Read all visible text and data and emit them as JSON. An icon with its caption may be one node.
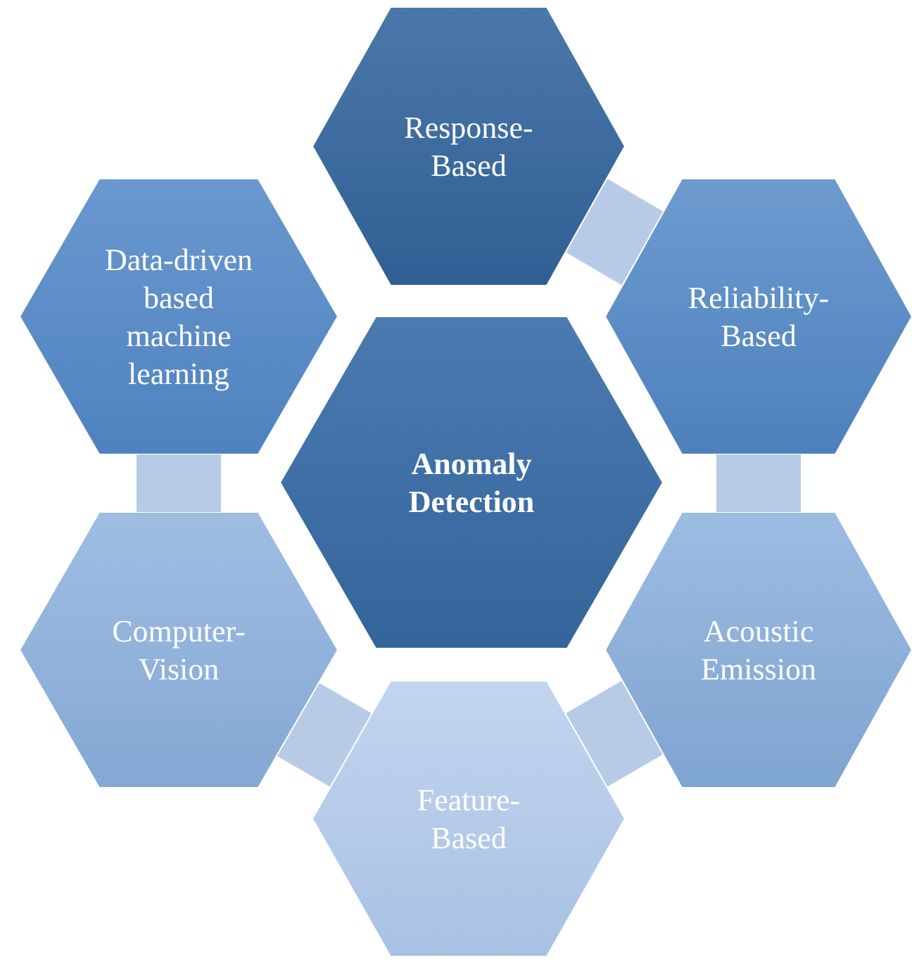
{
  "diagram": {
    "nodes": [
      {
        "text": [
          "Anomaly Detection"
        ]
      },
      {
        "text": [
          "Response-Based"
        ]
      },
      {
        "text": [
          "Reliability-Based"
        ]
      },
      {
        "text": [
          "Acoustic Emission"
        ]
      },
      {
        "text": [
          "Feature-Based"
        ]
      },
      {
        "text": [
          "Computer-Vision"
        ]
      },
      {
        "text": [
          "Data-driven based machine learning"
        ]
      }
    ],
    "edges": [
      {
        "from": 1,
        "to": 2,
        "arrow": "none"
      },
      {
        "from": 2,
        "to": 3,
        "arrow": "none"
      },
      {
        "from": 3,
        "to": 4,
        "arrow": "none"
      },
      {
        "from": 4,
        "to": 5,
        "arrow": "none"
      },
      {
        "from": 5,
        "to": 6,
        "arrow": "none"
      }
    ]
  }
}
